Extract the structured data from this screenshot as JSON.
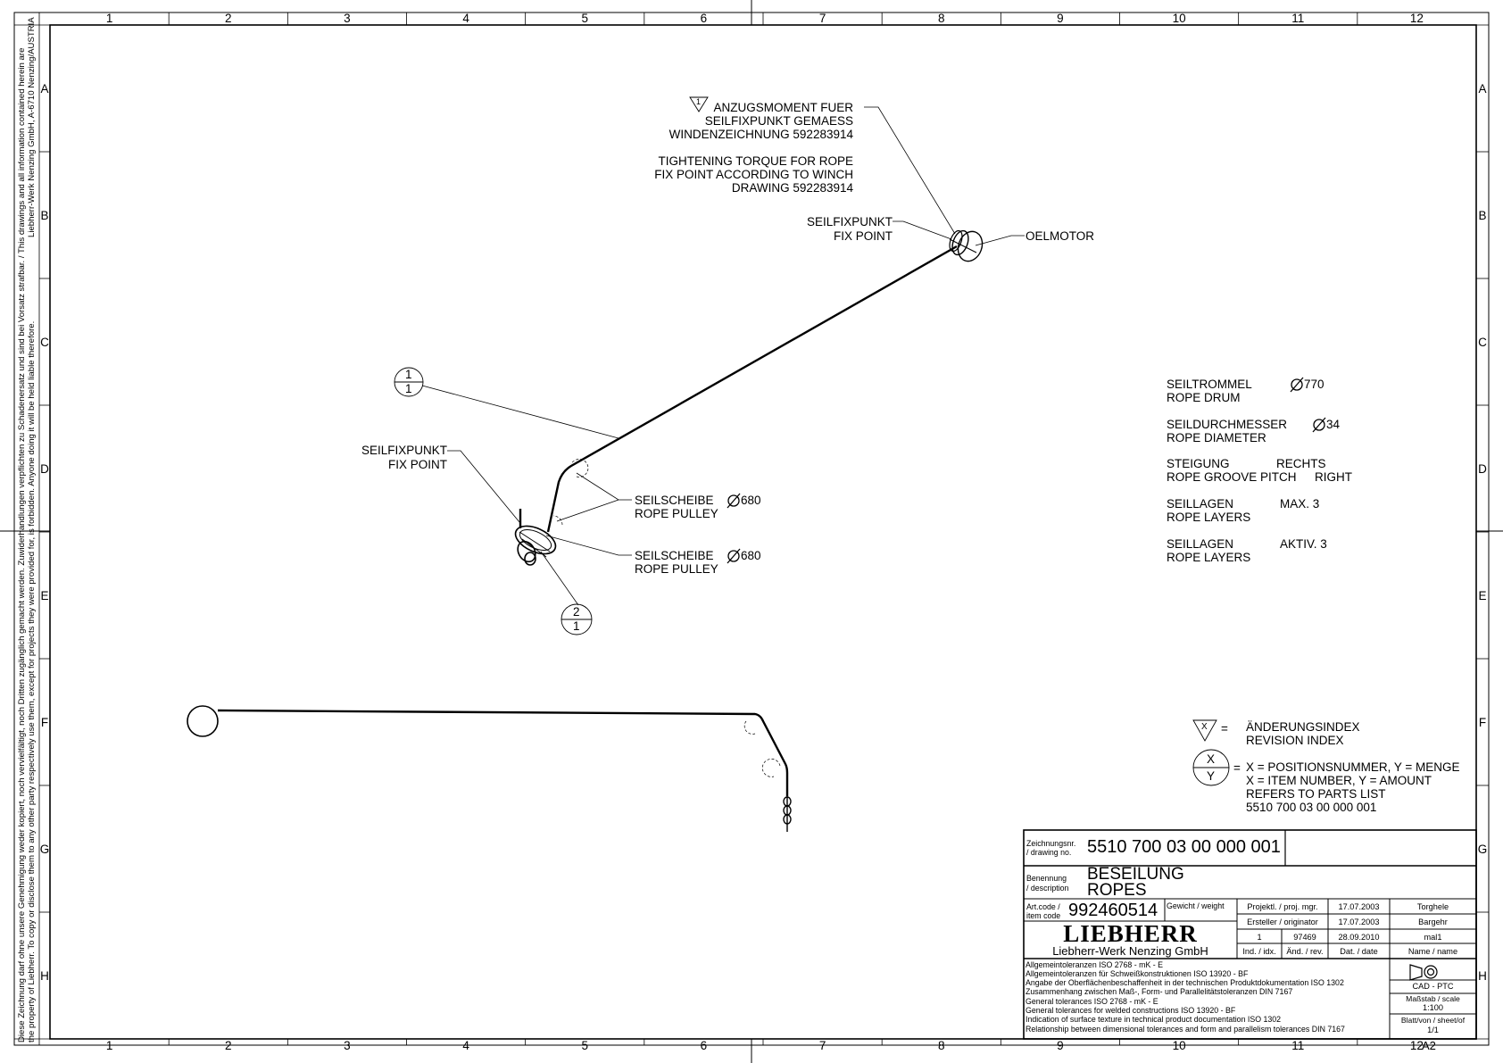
{
  "grid": {
    "columns": [
      "1",
      "2",
      "3",
      "4",
      "5",
      "6",
      "7",
      "8",
      "9",
      "10",
      "11",
      "12"
    ],
    "rows": [
      "A",
      "B",
      "C",
      "D",
      "E",
      "F",
      "G",
      "H"
    ]
  },
  "edge_note": {
    "line1": "Diese Zeichnung darf ohne unsere Genehmigung weder kopiert, noch vervielfältigt, noch Dritten zugänglich gemacht werden. Zuwiderhandlungen verpflichten zu Schadenersatz und sind bei Vorsatz strafbar. / This drawings and all information contained herein are",
    "line2": "the property of Liebherr. To copy or disclose them to any other party respectively use them, except for projects they were provided for, is forbidden. Anyone doing it will be held liable therefore.",
    "line3": "Liebherr-Werk Nenzing GmbH, A-6710 Nenzing/AUSTRIA"
  },
  "callouts": {
    "torque_index": "1",
    "torque_de": [
      "ANZUGSMOMENT FUER",
      "SEILFIXPUNKT GEMAESS",
      "WINDENZEICHNUNG 592283914"
    ],
    "torque_en": [
      "TIGHTENING TORQUE FOR ROPE",
      "FIX POINT ACCORDING TO WINCH",
      "DRAWING 592283914"
    ],
    "fix_point_top": [
      "SEILFIXPUNKT",
      "FIX POINT"
    ],
    "oil_motor": "OELMOTOR",
    "fix_point_left": [
      "SEILFIXPUNKT",
      "FIX POINT"
    ],
    "pulley_1": [
      "SEILSCHEIBE",
      "680",
      "ROPE PULLEY"
    ],
    "pulley_2": [
      "SEILSCHEIBE",
      "680",
      "ROPE PULLEY"
    ],
    "balloon_1": {
      "item": "1",
      "amount": "1"
    },
    "balloon_2": {
      "item": "2",
      "amount": "1"
    }
  },
  "specs": {
    "drum_de": "SEILTROMMEL",
    "drum_val": "770",
    "drum_en": "ROPE DRUM",
    "dia_de": "SEILDURCHMESSER",
    "dia_val": "34",
    "dia_en": "ROPE DIAMETER",
    "pitch_de": "STEIGUNG",
    "pitch_de_val": "RECHTS",
    "pitch_en": "ROPE GROOVE PITCH",
    "pitch_en_val": "RIGHT",
    "layers1_de": "SEILLAGEN",
    "layers1_val": "MAX. 3",
    "layers1_en": "ROPE LAYERS",
    "layers2_de": "SEILLAGEN",
    "layers2_val": "AKTIV. 3",
    "layers2_en": "ROPE LAYERS"
  },
  "legend": {
    "revision_symbol": "X",
    "revision_de": "ÄNDERUNGSINDEX",
    "revision_en": "REVISION INDEX",
    "eq": "=",
    "balloon_top": "X",
    "balloon_bottom": "Y",
    "item_lines": [
      "X = POSITIONSNUMMER, Y = MENGE",
      "X = ITEM NUMBER, Y = AMOUNT",
      "REFERS TO PARTS LIST",
      "5510 700 03 00 000 001"
    ]
  },
  "title_block": {
    "drawing_no_label": [
      "Zeichnungsnr.",
      "/ drawing no."
    ],
    "drawing_no": "5510 700 03 00 000 001",
    "desc_label": [
      "Benennung",
      "/ description"
    ],
    "desc_de": "BESEILUNG",
    "desc_en": "ROPES",
    "art_label": [
      "Art.code /",
      "item code"
    ],
    "art_code": "992460514",
    "weight_label": "Gewicht / weight",
    "proj_label": "Projektl. / proj. mgr.",
    "proj_date": "17.07.2003",
    "proj_name": "Torghele",
    "orig_label": "Ersteller / originator",
    "orig_date": "17.07.2003",
    "orig_name": "Bargehr",
    "rev_idx": "1",
    "rev_no": "97469",
    "rev_date": "28.09.2010",
    "rev_name": "mal1",
    "hdr_idx": "Ind. / idx.",
    "hdr_rev": "Änd. / rev.",
    "hdr_date": "Dat. / date",
    "hdr_name": "Name / name",
    "logo": "LIEBHERR",
    "company": "Liebherr-Werk Nenzing GmbH",
    "tolerances": [
      "Allgemeintoleranzen ISO 2768 - mK - E",
      "Allgemeintoleranzen für Schweißkonstruktionen ISO 13920 - BF",
      "Angabe der Oberflächenbeschaffenheit in der technischen Produktdokumentation ISO 1302",
      "Zusammenhang zwischen Maß-, Form- und Parallelitätstoleranzen DIN 7167",
      "General tolerances ISO 2768 - mK - E",
      "General tolerances for welded constructions ISO 13920 - BF",
      "Indication of surface texture in technical product documentation ISO 1302",
      "Relationship between dimensional tolerances and form and parallelism tolerances DIN 7167"
    ],
    "cad": "CAD - PTC",
    "scale_label": "Maßstab / scale",
    "scale": "1:100",
    "sheet_label": "Blatt/von / sheet/of",
    "sheet": "1/1",
    "format": "A2"
  }
}
